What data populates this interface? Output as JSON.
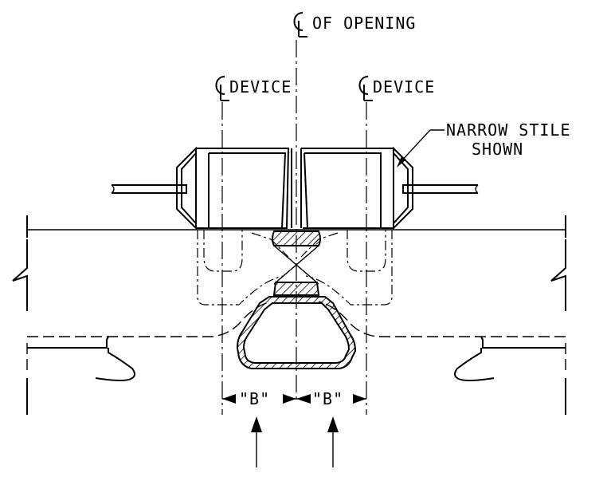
{
  "labels": {
    "cl_opening": "OF OPENING",
    "cl_device_left": "DEVICE",
    "cl_device_right": "DEVICE",
    "narrow_stile_line1": "NARROW STILE",
    "narrow_stile_line2": "SHOWN",
    "dim_left": "\"B\"",
    "dim_right": "\"B\""
  }
}
